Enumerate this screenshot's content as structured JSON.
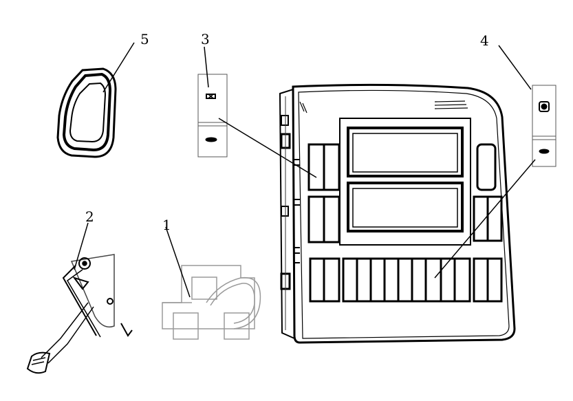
{
  "diagram": {
    "callouts": [
      {
        "id": "callout-1",
        "label": "1"
      },
      {
        "id": "callout-2",
        "label": "2"
      },
      {
        "id": "callout-3",
        "label": "3"
      },
      {
        "id": "callout-4",
        "label": "4"
      },
      {
        "id": "callout-5",
        "label": "5"
      }
    ]
  },
  "colors": {
    "ink": "#000000",
    "faint": "#9a9a9a",
    "background": "#ffffff"
  }
}
